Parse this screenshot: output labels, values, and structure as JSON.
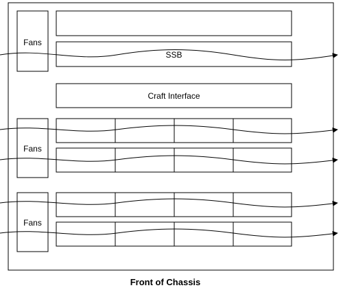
{
  "diagram": {
    "fans_top_label": "Fans",
    "fans_middle_label": "Fans",
    "fans_bottom_label": "Fans",
    "ssb_label": "SSB",
    "craft_interface_label": "Craft Interface",
    "caption": "Front of Chassis"
  },
  "colors": {
    "line": "#000000",
    "background": "#ffffff"
  }
}
